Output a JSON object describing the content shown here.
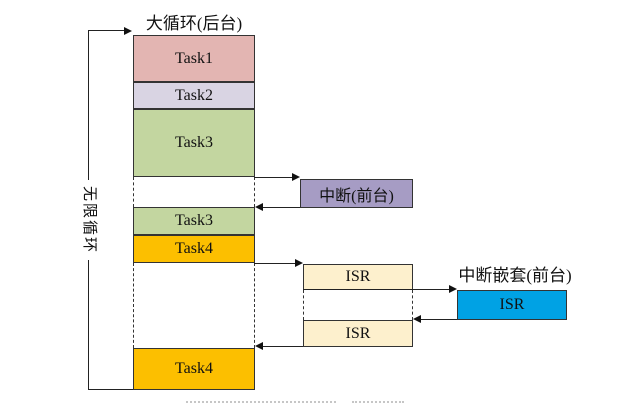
{
  "background": {
    "title": "大循环(后台)",
    "loop_label": "无限循环",
    "slices": [
      {
        "label": "Task1",
        "color": "#e3b5b2"
      },
      {
        "label": "Task2",
        "color": "#d9d4e3"
      },
      {
        "label": "Task3",
        "color": "#c3d6a0"
      },
      {
        "label": "Task3",
        "color": "#c3d6a0"
      },
      {
        "label": "Task4",
        "color": "#fcbf00"
      },
      {
        "label": "Task4",
        "color": "#fcbf00"
      }
    ]
  },
  "foreground": {
    "interrupt_label": "中断(前台)",
    "nested_title": "中断嵌套(前台)",
    "isr_top_label": "ISR",
    "isr_nested_label": "ISR",
    "isr_bottom_label": "ISR"
  },
  "colors": {
    "interrupt_box": "#a69cc4",
    "isr_box": "#fdf0cd",
    "nested_isr_box": "#00a2e4",
    "line": "#222222"
  }
}
